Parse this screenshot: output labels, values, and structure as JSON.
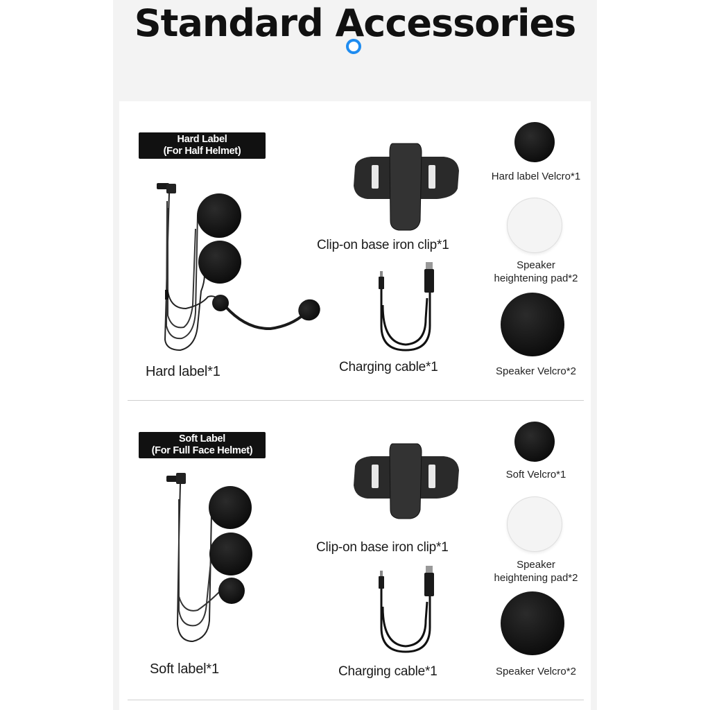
{
  "header": {
    "title": "Standard Accessories"
  },
  "sections": [
    {
      "tag_line1": "Hard Label",
      "tag_line2": "(For Half Helmet)",
      "main_label": "Hard label*1",
      "clip_label": "Clip-on base iron clip*1",
      "cable_label": "Charging cable*1",
      "velcro_small_label": "Hard label Velcro*1",
      "pad_line1": "Speaker",
      "pad_line2": "heightening pad*2",
      "speaker_velcro_label": "Speaker Velcro*2"
    },
    {
      "tag_line1": "Soft Label",
      "tag_line2": "(For Full Face Helmet)",
      "main_label": "Soft label*1",
      "clip_label": "Clip-on base iron clip*1",
      "cable_label": "Charging cable*1",
      "velcro_small_label": "Soft Velcro*1",
      "pad_line1": "Speaker",
      "pad_line2": "heightening pad*2",
      "speaker_velcro_label": "Speaker Velcro*2"
    }
  ]
}
